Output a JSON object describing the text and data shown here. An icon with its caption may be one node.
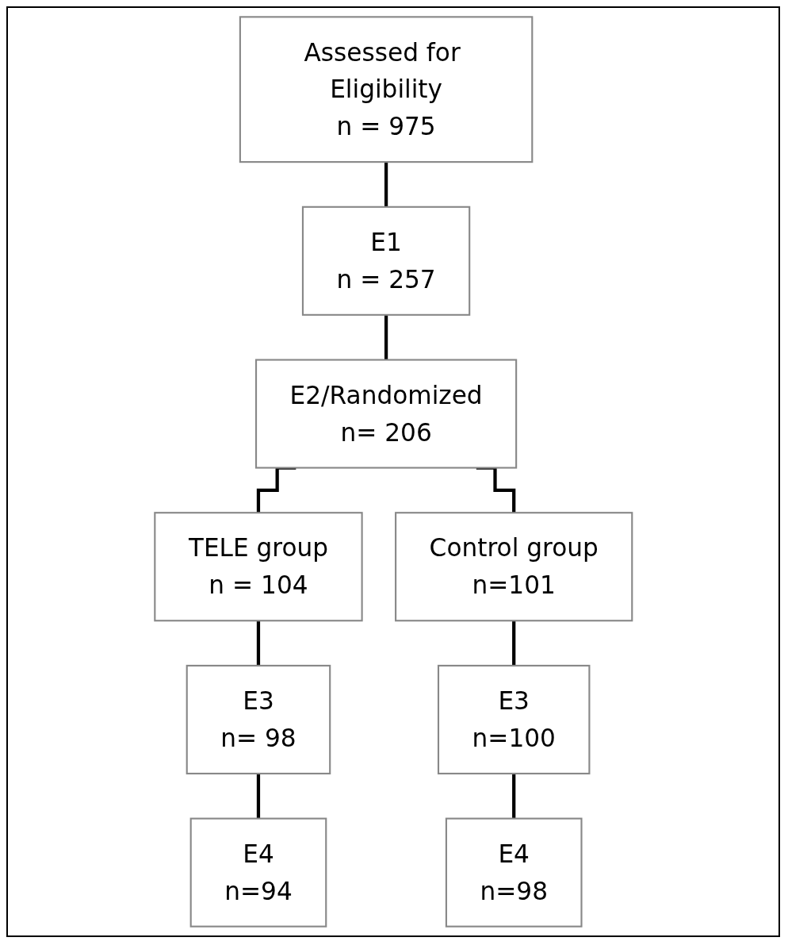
{
  "diagram": {
    "nodes": [
      {
        "text": [
          "Assessed for Eligibility",
          "n = 975"
        ]
      },
      {
        "text": [
          "E1",
          "n = 257"
        ]
      },
      {
        "text": [
          "E2/Randomized",
          "n= 206"
        ]
      },
      {
        "text": [
          "TELE group",
          "n = 104"
        ]
      },
      {
        "text": [
          "Control group",
          "n=101"
        ]
      },
      {
        "text": [
          "E3",
          "n= 98"
        ]
      },
      {
        "text": [
          "E3",
          "n=100"
        ]
      },
      {
        "text": [
          "E4",
          "n=94"
        ]
      },
      {
        "text": [
          "E4",
          "n=98"
        ]
      }
    ],
    "edges": [
      {
        "from": 0,
        "to": 1,
        "arrow": "none"
      },
      {
        "from": 1,
        "to": 2,
        "arrow": "none"
      },
      {
        "from": 2,
        "to": 3,
        "arrow": "none"
      },
      {
        "from": 2,
        "to": 4,
        "arrow": "none"
      },
      {
        "from": 3,
        "to": 5,
        "arrow": "none"
      },
      {
        "from": 4,
        "to": 6,
        "arrow": "none"
      },
      {
        "from": 5,
        "to": 7,
        "arrow": "none"
      },
      {
        "from": 6,
        "to": 8,
        "arrow": "none"
      }
    ]
  }
}
